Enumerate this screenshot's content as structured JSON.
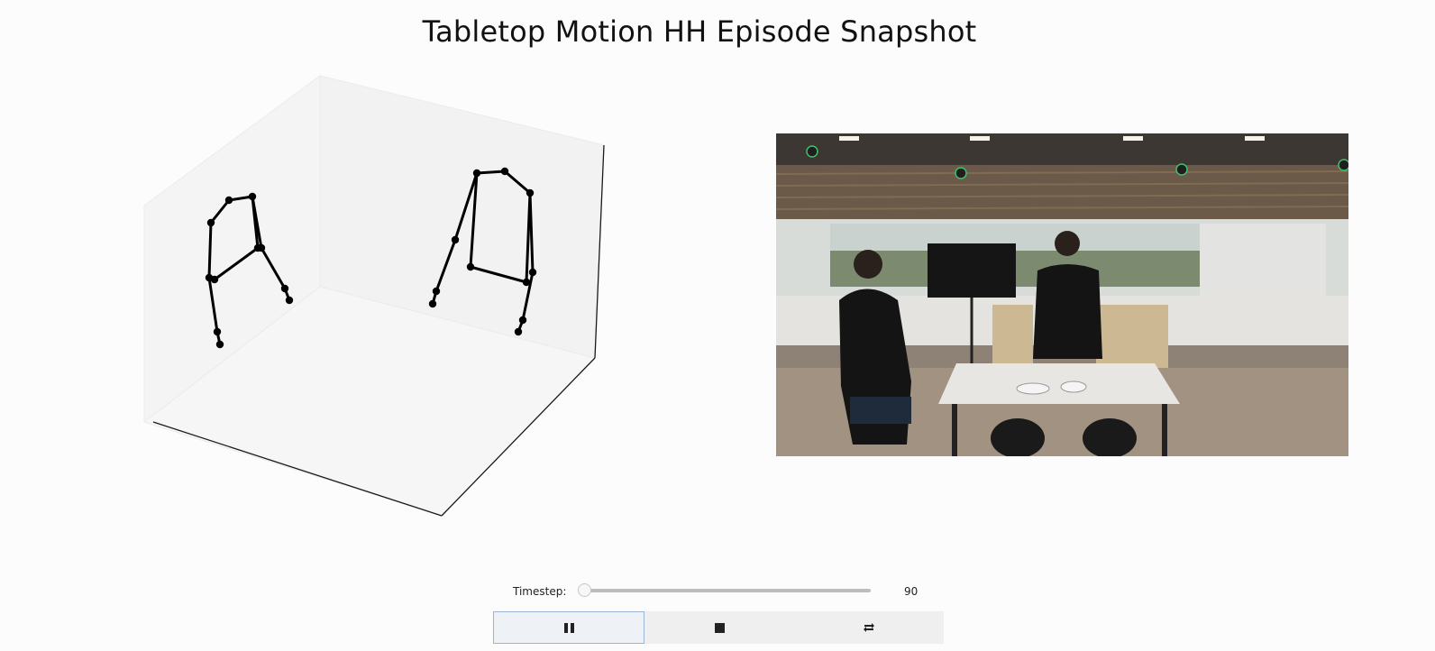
{
  "title": "Tabletop Motion HH Episode Snapshot",
  "controls": {
    "timestep_label": "Timestep:",
    "timestep_value": "90",
    "slider_fraction": 0.0,
    "buttons": [
      {
        "name": "pause-button",
        "icon": "pause-icon"
      },
      {
        "name": "stop-button",
        "icon": "stop-icon"
      },
      {
        "name": "loop-button",
        "icon": "loop-icon"
      }
    ]
  },
  "scene": {
    "axes_3d": "3D pose plot with two skeletons",
    "video_frame": "camera snapshot of two people at a tabletop"
  },
  "colors": {
    "background": "#fcfcfc",
    "skeleton": "#000000",
    "pane": "#f2f2f2",
    "active_button_border": "#9ab6d6"
  }
}
